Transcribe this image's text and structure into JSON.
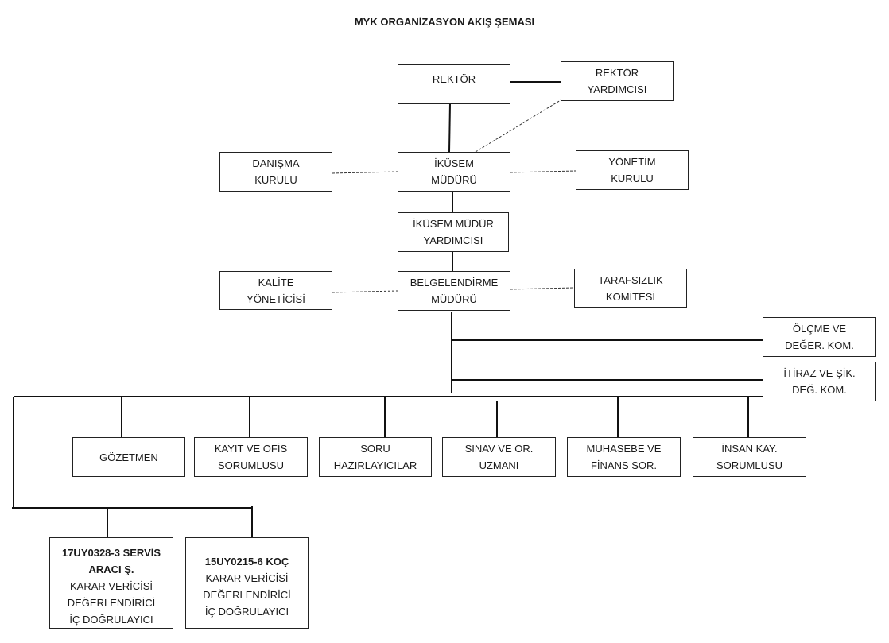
{
  "title": "MYK ORGANİZASYON AKIŞ ŞEMASI",
  "nodes": {
    "rektor": "REKTÖR",
    "rektor_yardimcisi": "REKTÖR\nYARDIMCISI",
    "danisma_kurulu": "DANIŞMA\nKURULU",
    "ikusem_muduru": "İKÜSEM\nMÜDÜRÜ",
    "yonetim_kurulu": "YÖNETİM\nKURULU",
    "ikusem_mudur_yardimcisi": "İKÜSEM MÜDÜR\nYARDIMCISI",
    "kalite_yoneticisi": "KALİTE\nYÖNETİCİSİ",
    "belgelendirme_muduru": "BELGELENDİRME\nMÜDÜRÜ",
    "tarafsizlik_komitesi": "TARAFSIZLIK\nKOMİTESİ",
    "olcme_deger_kom": "ÖLÇME VE\nDEĞER. KOM.",
    "itiraz_sik_deg_kom": "İTİRAZ VE ŞİK.\nDEĞ. KOM.",
    "gozetmen": "GÖZETMEN",
    "kayit_ofis": "KAYIT VE OFİS\nSORUMLUSU",
    "soru_hazirlayicilar": "SORU\nHAZIRLAYICILAR",
    "sinav_or_uzmani": "SINAV VE OR.\nUZMANI",
    "muhasebe_finans": "MUHASEBE VE\nFİNANS SOR.",
    "insan_kay": "İNSAN KAY.\nSORUMLUSU",
    "servis_araci": {
      "heading": "17UY0328-3 SERVİS\nARACI Ş.",
      "roles": "KARAR VERİCİSİ\nDEĞERLENDİRİCİ\nİÇ DOĞRULAYICI"
    },
    "koc": {
      "heading": "15UY0215-6 KOÇ",
      "roles": "KARAR VERİCİSİ\nDEĞERLENDİRİCİ\nİÇ DOĞRULAYICI"
    }
  }
}
